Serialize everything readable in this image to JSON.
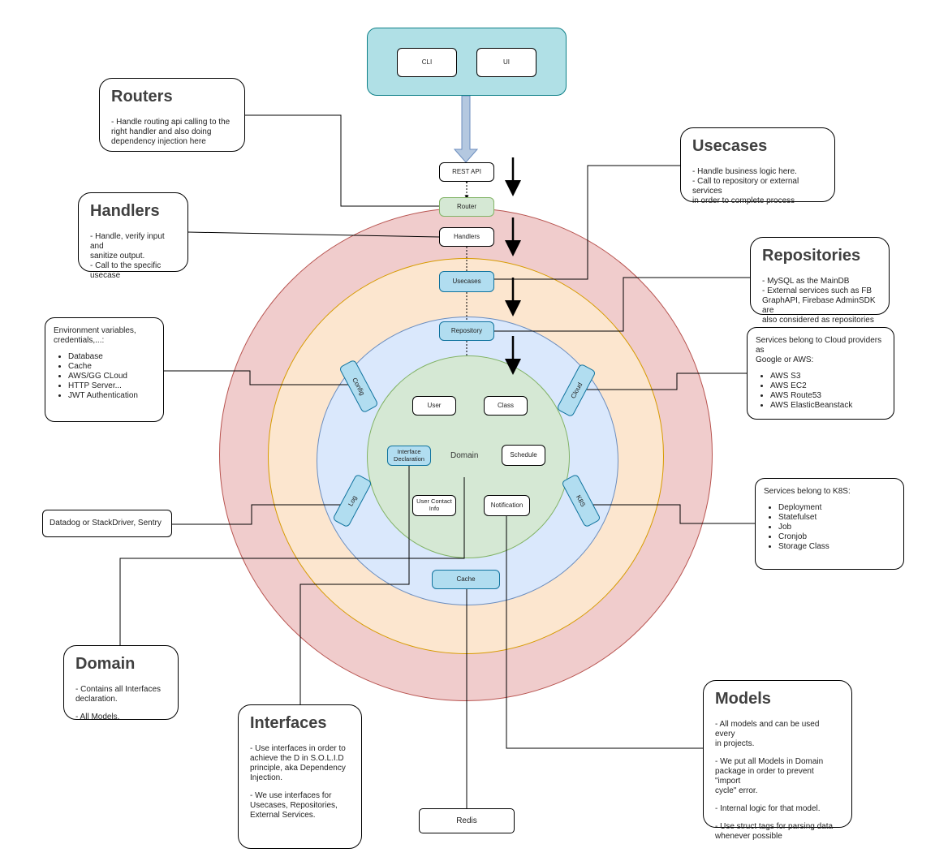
{
  "clients": {
    "cli": "CLI",
    "ui": "UI"
  },
  "flow": {
    "rest_api": "REST API",
    "router": "Router",
    "handlers": "Handlers",
    "usecases": "Usecases",
    "repository": "Repository"
  },
  "domain": {
    "label": "Domain",
    "user": "User",
    "class": "Class",
    "interface_declaration": "Interface\nDeclaration",
    "schedule": "Schedule",
    "user_contact_info": "User Contact\nInfo",
    "notification": "Notification"
  },
  "infra": {
    "config": "Config",
    "cloud": "Cloud",
    "log": "Log",
    "k8s": "K8S",
    "cache": "Cache",
    "redis": "Redis"
  },
  "callouts": {
    "routers": {
      "title": "Routers",
      "body": "- Handle routing api calling to the\nright handler and also doing\ndependency injection here"
    },
    "handlers": {
      "title": "Handlers",
      "body1": "- Handle, verify input and\nsanitize output.",
      "body2": "- Call to the specific\nusecase"
    },
    "usecases": {
      "title": "Usecases",
      "body1": "- Handle business logic here.",
      "body2": "- Call to repository or external services\nin order to complete process"
    },
    "repositories": {
      "title": "Repositories",
      "body1": "- MySQL as the MainDB",
      "body2": "- External services such as FB\nGraphAPI, Firebase AdminSDK are\nalso considered as repositories"
    },
    "domain": {
      "title": "Domain",
      "body1": "- Contains all Interfaces\ndeclaration.",
      "body2": "- All Models."
    },
    "interfaces": {
      "title": "Interfaces",
      "body1": "- Use interfaces in order to\nachieve the D in S.O.L.I.D\nprinciple, aka Dependency\nInjection.",
      "body2": "- We use interfaces for\nUsecases, Repositories,\nExternal Services."
    },
    "models": {
      "title": "Models",
      "body1": "- All models and can be used every\nin projects.",
      "body2": "- We put all Models in Domain\npackage in order to prevent \"import\ncycle\" error.",
      "body3": "- Internal logic for that model.",
      "body4": "- Use struct tags for parsing data\nwhenever possible"
    }
  },
  "notes": {
    "config": {
      "title": "Environment variables,\ncredentials,...:",
      "items": [
        "Database",
        "Cache",
        "AWS/GG CLoud",
        "HTTP Server...",
        "JWT Authentication"
      ]
    },
    "cloud": {
      "title": "Services belong to Cloud providers as\nGoogle or AWS:",
      "items": [
        "AWS S3",
        "AWS EC2",
        "AWS Route53",
        "AWS ElasticBeanstack"
      ]
    },
    "log": {
      "title": "Datadog or StackDriver, Sentry"
    },
    "k8s": {
      "title": "Services belong to K8S:",
      "items": [
        "Deployment",
        "Statefulset",
        "Job",
        "Cronjob",
        "Storage Class"
      ]
    }
  },
  "colors": {
    "outer_ring": "#f0cccc",
    "usecase_ring": "#fce6cf",
    "repo_ring": "#dae8fc",
    "domain_ring": "#d5e8d4",
    "top_container": "#b0e0e6",
    "blue_box": "#b1ddf0"
  }
}
